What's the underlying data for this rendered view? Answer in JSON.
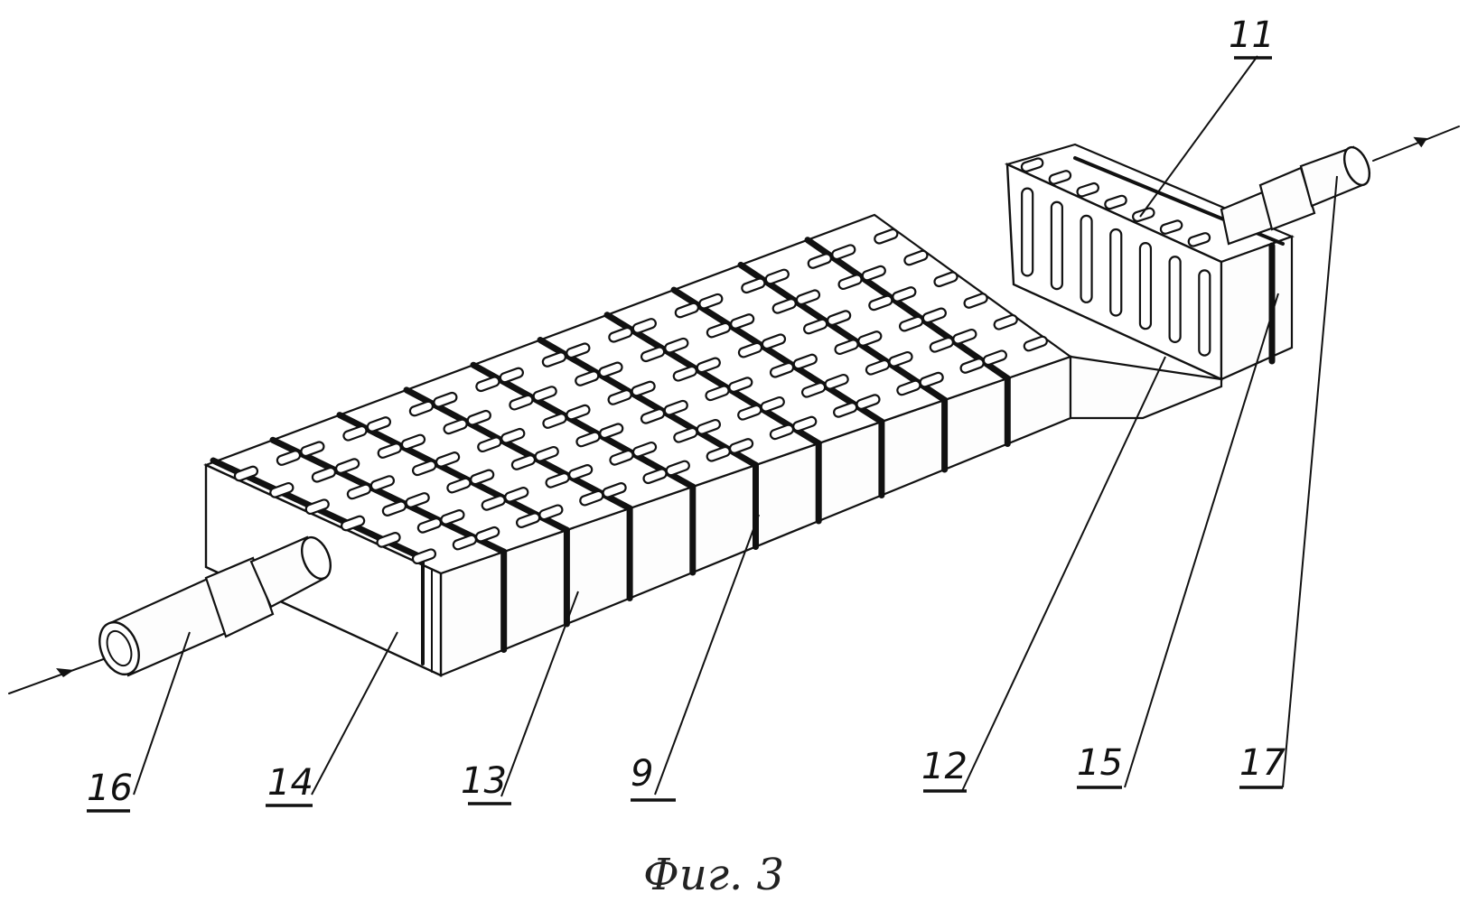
{
  "labels": {
    "r16": "16",
    "r14": "14",
    "r13": "13",
    "r9": "9",
    "r12": "12",
    "r15": "15",
    "r17": "17",
    "r11": "11"
  },
  "caption": "Фиг. 3"
}
